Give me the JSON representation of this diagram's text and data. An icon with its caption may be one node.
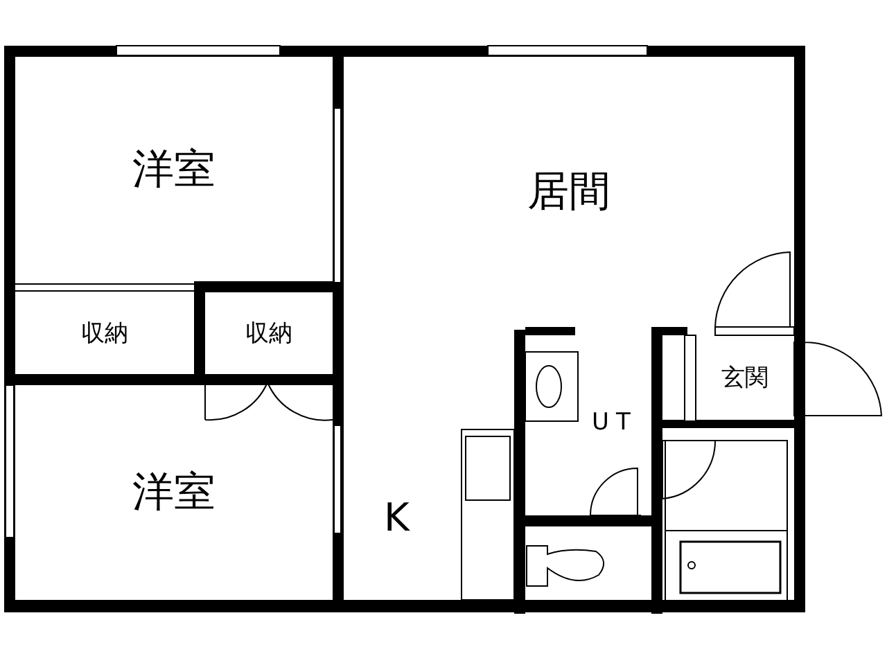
{
  "diagram": {
    "nodes": [
      {
        "text": [
          "洋室"
        ]
      },
      {
        "text": [
          "居間"
        ]
      },
      {
        "text": [
          "収納"
        ]
      },
      {
        "text": [
          "収納"
        ]
      },
      {
        "text": [
          "洋室"
        ]
      },
      {
        "text": [
          "UT"
        ]
      },
      {
        "text": [
          "玄関"
        ]
      }
    ],
    "labels": [
      "K"
    ]
  }
}
